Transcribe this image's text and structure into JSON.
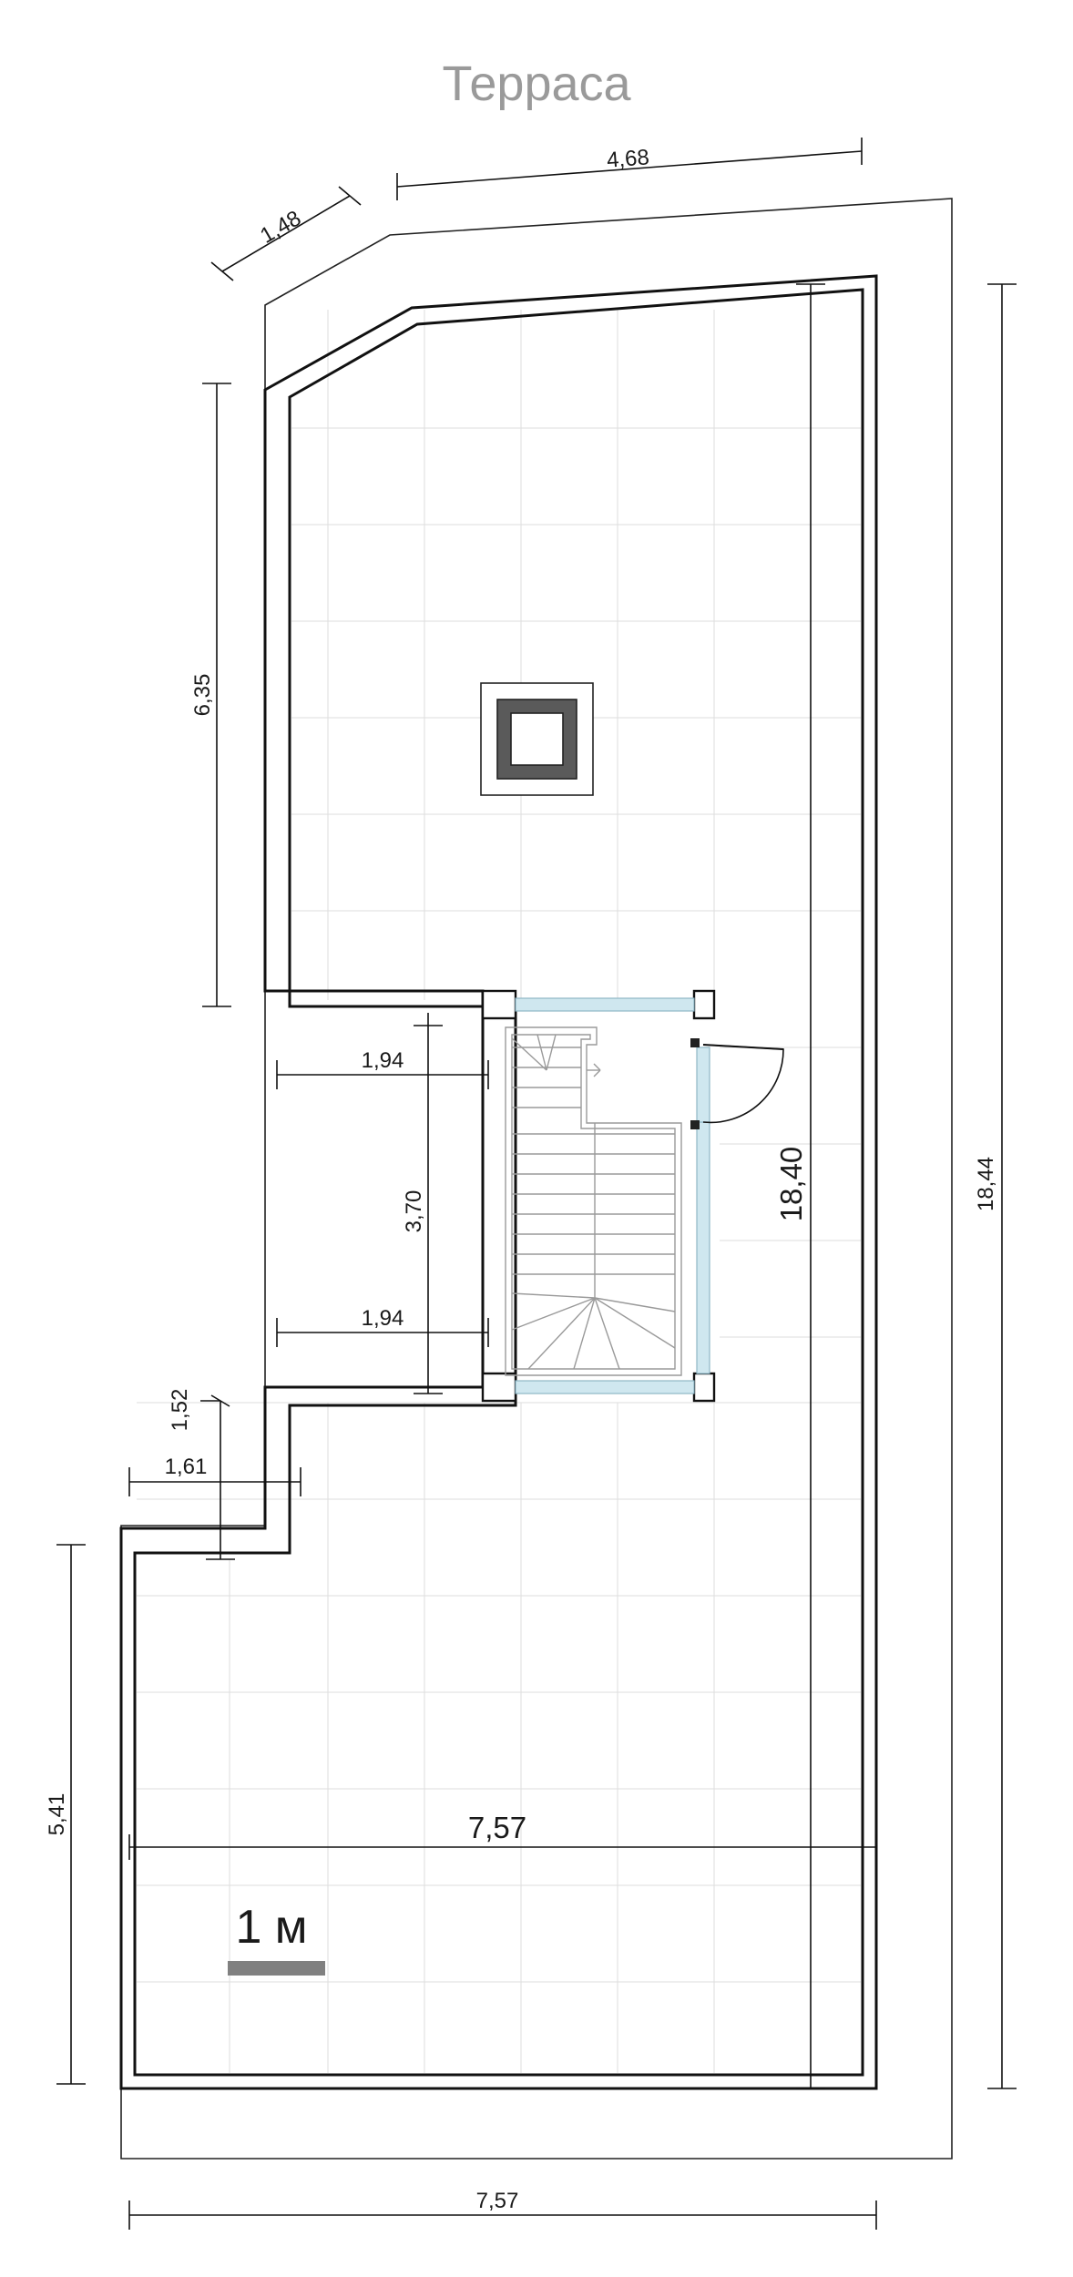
{
  "title": "Терраса",
  "dimensions": {
    "top_diagonal": "1,48",
    "top_width": "4,68",
    "left_upper_height": "6,35",
    "stair_top_width": "1,94",
    "stair_height": "3,70",
    "stair_bottom_width": "1,94",
    "step_small": "1,52",
    "step_width": "1,61",
    "left_lower_height": "5,41",
    "inner_width": "7,57",
    "inner_height": "18,40",
    "outer_height": "18,44",
    "bottom_width": "7,57"
  },
  "scale_bar": {
    "label": "1 м",
    "color": "#808080"
  },
  "colors": {
    "glass": "#cfe7ef",
    "chimney": "#5a5a5a",
    "tile_grid": "#dddddd"
  }
}
